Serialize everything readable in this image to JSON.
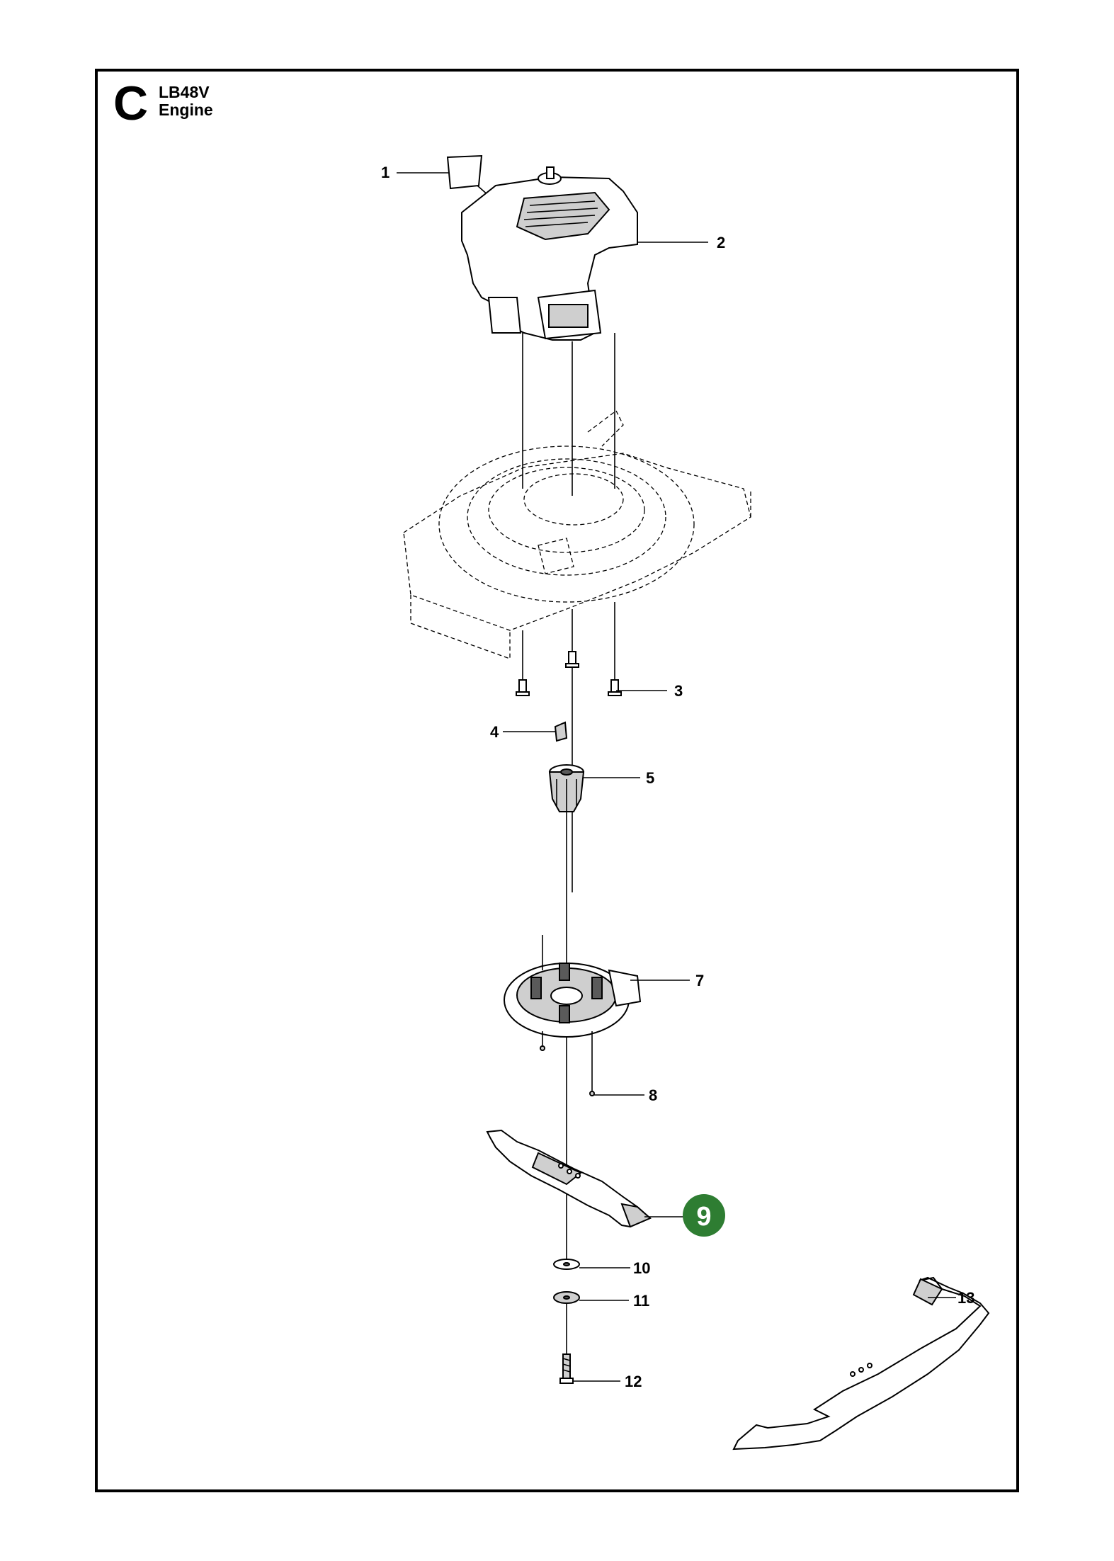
{
  "header": {
    "section_letter": "C",
    "model": "LB48V",
    "subtitle": "Engine"
  },
  "callouts": [
    {
      "number": "1",
      "part": "decal"
    },
    {
      "number": "2",
      "part": "engine"
    },
    {
      "number": "3",
      "part": "screw"
    },
    {
      "number": "4",
      "part": "key"
    },
    {
      "number": "5",
      "part": "blade-adapter"
    },
    {
      "number": "7",
      "part": "fan"
    },
    {
      "number": "8",
      "part": "screw"
    },
    {
      "number": "9",
      "part": "blade",
      "highlighted": true
    },
    {
      "number": "10",
      "part": "washer"
    },
    {
      "number": "11",
      "part": "washer"
    },
    {
      "number": "12",
      "part": "bolt"
    },
    {
      "number": "13",
      "part": "blade-alternative"
    }
  ],
  "colors": {
    "highlight": "#2e7d32",
    "line": "#000000",
    "background": "#ffffff"
  }
}
